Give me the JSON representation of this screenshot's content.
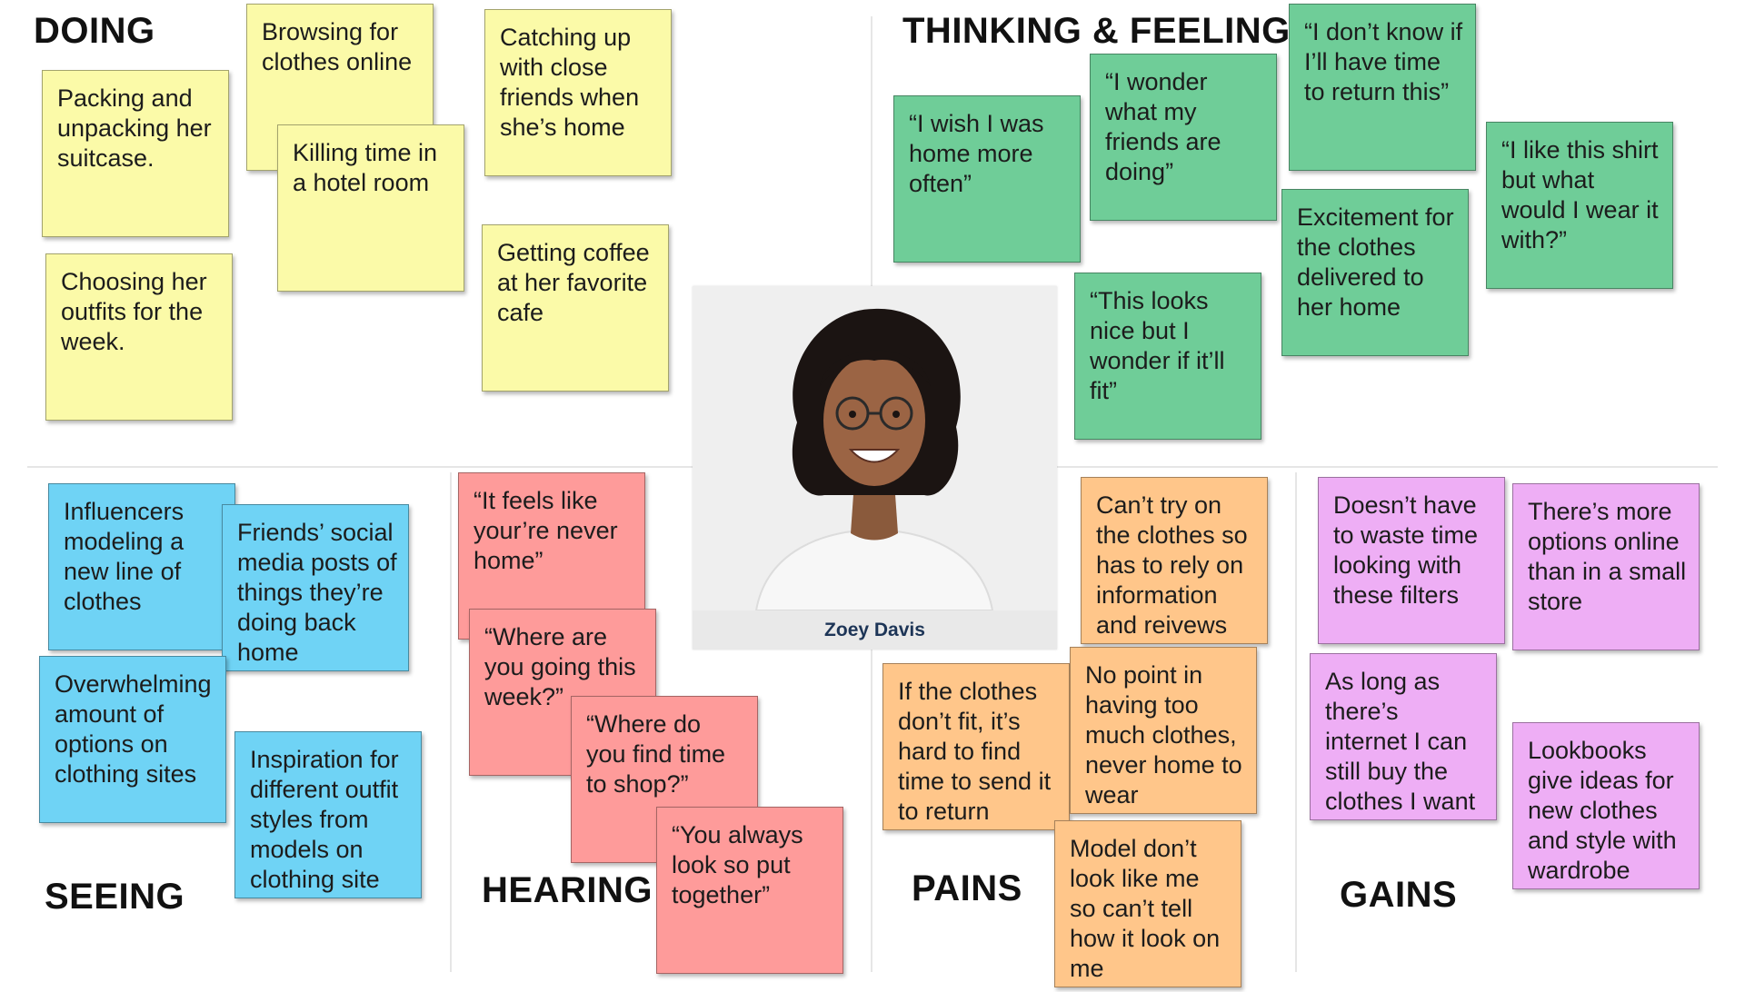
{
  "sections": {
    "doing": "DOING",
    "thinking_feeling": "THINKING & FEELING",
    "seeing": "SEEING",
    "hearing": "HEARING",
    "pains": "PAINS",
    "gains": "GAINS"
  },
  "persona": {
    "name": "Zoey Davis"
  },
  "colors": {
    "doing": "#fbfaa8",
    "thinking_feeling": "#6fcd98",
    "seeing": "#6fd3f5",
    "hearing": "#fe9b9a",
    "pains": "#ffc68a",
    "gains": "#eeaef5"
  },
  "notes": {
    "doing": [
      "Packing and unpacking her suitcase.",
      "Browsing for clothes online",
      "Killing time in a hotel room",
      "Catching up with close friends when she’s home",
      "Choosing her outfits for the week.",
      "Getting coffee at her favorite cafe"
    ],
    "thinking_feeling": [
      "“I wish I was home more often”",
      "“I wonder what my friends are doing”",
      "“I don’t know if I’ll have time to return this”",
      "“I like this shirt but what would I wear it with?”",
      "Excitement for the clothes delivered to her home",
      "“This looks nice but I wonder if it’ll fit”"
    ],
    "seeing": [
      "Influencers modeling a new line of clothes",
      "Friends’ social media posts of things they’re doing back home",
      "Overwhelming amount of options on clothing sites",
      "Inspiration for different outfit styles from models on clothing site"
    ],
    "hearing": [
      "“It feels like your’re never home”",
      "“Where are you going this week?”",
      "“Where do you find time to shop?”",
      "“You always look so put together”"
    ],
    "pains": [
      "Can’t try on the clothes so has to rely on information and reivews",
      "If the clothes don’t fit, it’s hard to find time to send it to return",
      "No point in having too much clothes, never home to wear",
      "Model don’t look like me so can’t tell how it look on me"
    ],
    "gains": [
      "Doesn’t have to waste time looking with these filters",
      "There’s more options online than in a small store",
      "As long as there’s internet I can still buy the clothes I want",
      "Lookbooks give ideas for new clothes and style with wardrobe"
    ]
  }
}
